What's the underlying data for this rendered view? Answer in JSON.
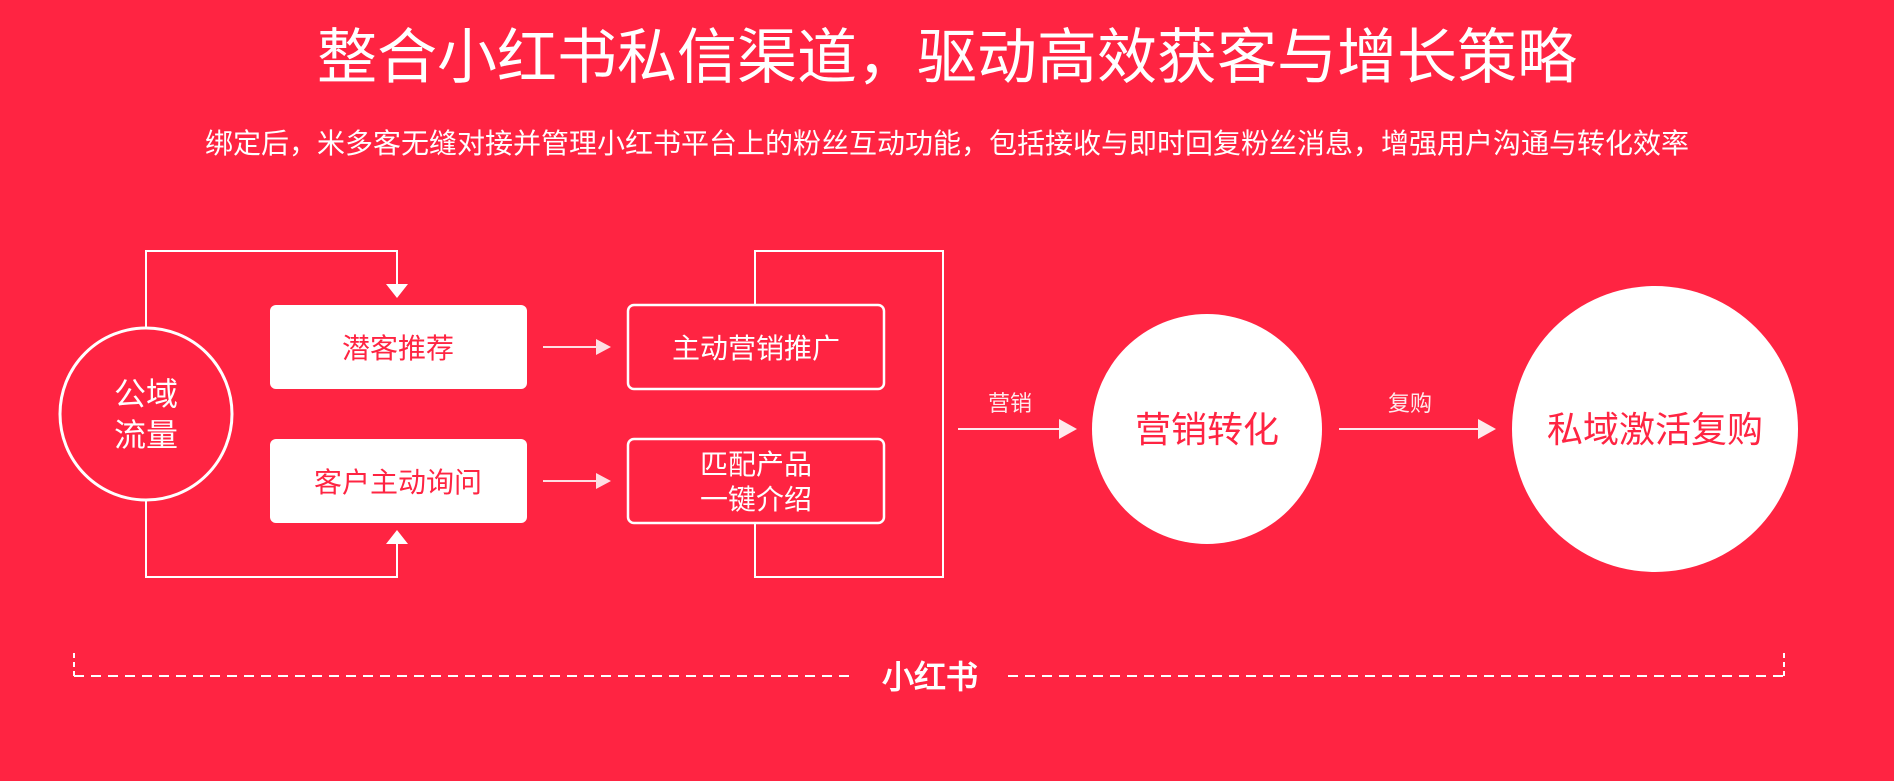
{
  "header": {
    "title": "整合小红书私信渠道，驱动高效获客与增长策略",
    "subtitle": "绑定后，米多客无缝对接并管理小红书平台上的粉丝互动功能，包括接收与即时回复粉丝消息，增强用户沟通与转化效率"
  },
  "diagram": {
    "source_node": {
      "line1": "公域",
      "line2": "流量"
    },
    "left_boxes": [
      "潜客推荐",
      "客户主动询问"
    ],
    "right_boxes": [
      {
        "line1": "主动营销推广"
      },
      {
        "line1": "匹配产品",
        "line2": "一键介绍"
      }
    ],
    "arrow_labels": {
      "marketing": "营销",
      "repurchase": "复购"
    },
    "conversion_node": "营销转化",
    "final_node": "私域激活复购",
    "footer_logo": "小红书"
  },
  "colors": {
    "background": "#FF2442",
    "foreground": "#FFFFFF",
    "circle_text": "#FF2442"
  }
}
